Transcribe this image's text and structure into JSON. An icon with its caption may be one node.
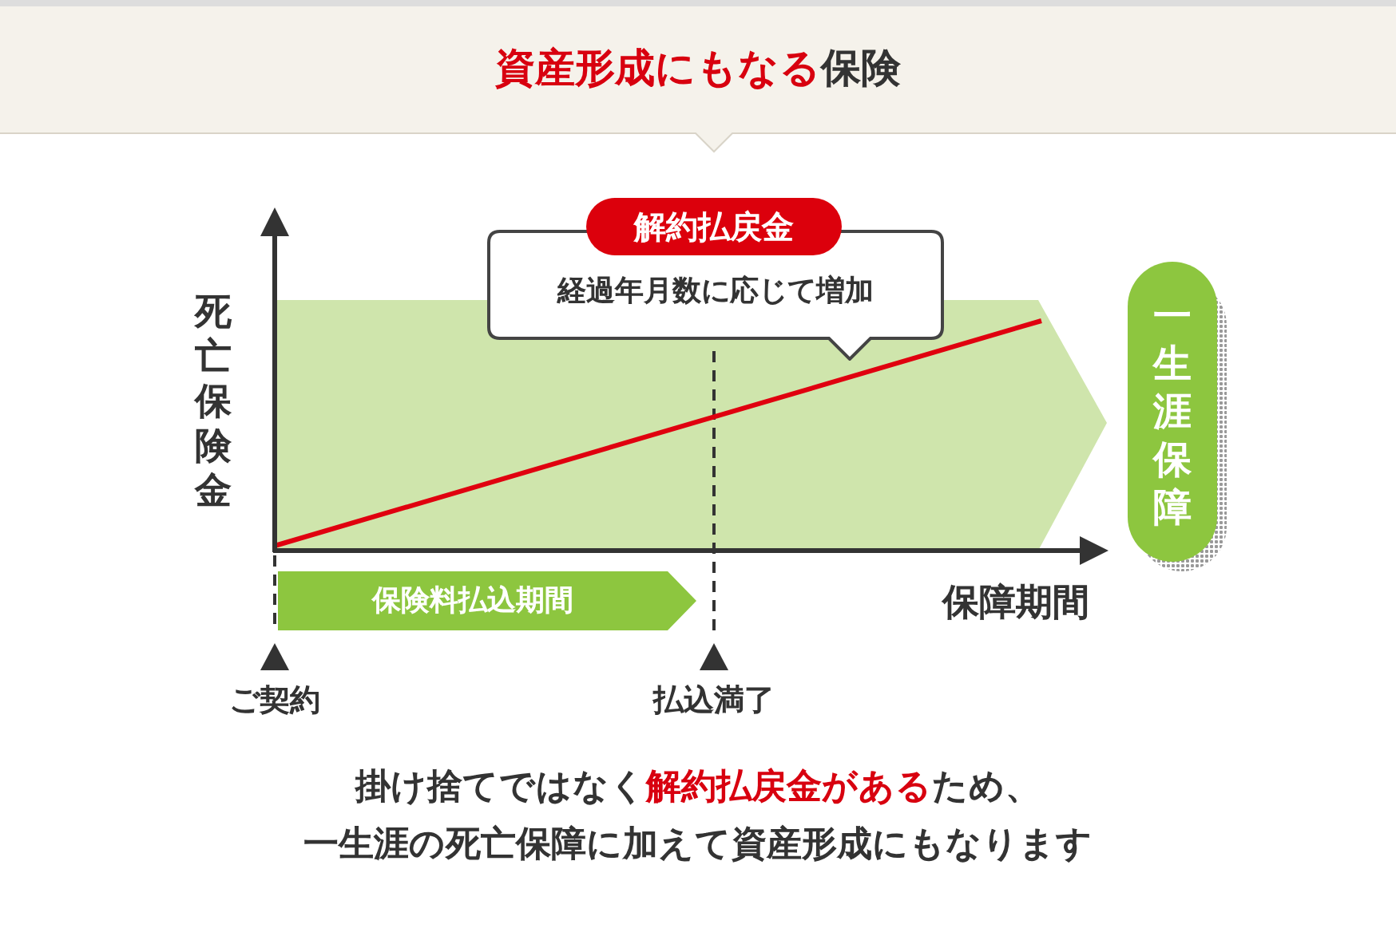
{
  "diagram": {
    "title": "**資産形成にもなる**保険",
    "caption": "掛け捨てではなく**解約払戻金がある**ため、一生涯の死亡保障に加えて資産形成にもなります",
    "nodes": [
      {
        "text": [
          "解約払戻金",
          "経過年月数に応じて増加"
        ]
      },
      {
        "text": [
          "保険料払込期間"
        ]
      },
      {
        "text": [
          "一生涯保障"
        ]
      }
    ],
    "labels": [
      "死亡保険金",
      "保障期間",
      "ご契約",
      "払込満了"
    ]
  }
}
